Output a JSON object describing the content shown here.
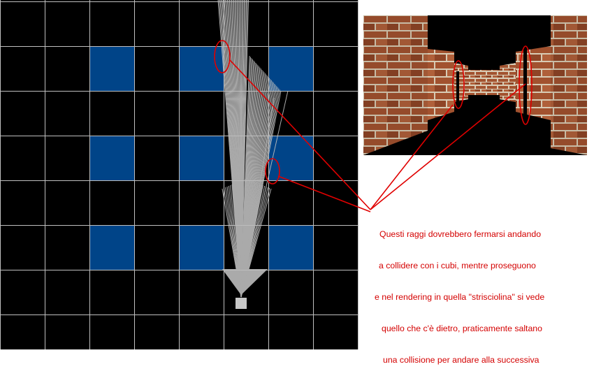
{
  "grid_map": {
    "cols": 8,
    "rows": 8,
    "wall_cells": [
      [
        2,
        1
      ],
      [
        4,
        1
      ],
      [
        6,
        1
      ],
      [
        2,
        3
      ],
      [
        4,
        3
      ],
      [
        6,
        3
      ],
      [
        2,
        5
      ],
      [
        4,
        5
      ],
      [
        6,
        5
      ]
    ],
    "colors": {
      "background": "#000000",
      "grid_lines": "#bfbfbf",
      "wall": "#004488",
      "rays": "#bdbdbd",
      "player": "#c8c8c8"
    },
    "player_cell": [
      5,
      6
    ]
  },
  "render_view": {
    "colors": {
      "brick": "#a2522f",
      "mortar": "#d8cbb4",
      "floor": "#000000"
    }
  },
  "annotation": {
    "color": "#e00000",
    "caption_lines": [
      "Questi raggi dovrebbero fermarsi andando",
      "a collidere con i cubi, mentre proseguono",
      "e nel rendering in quella \"strisciolina\" si vede",
      "quello che c'è dietro, praticamente saltano",
      "una collisione per andare alla successiva"
    ]
  }
}
